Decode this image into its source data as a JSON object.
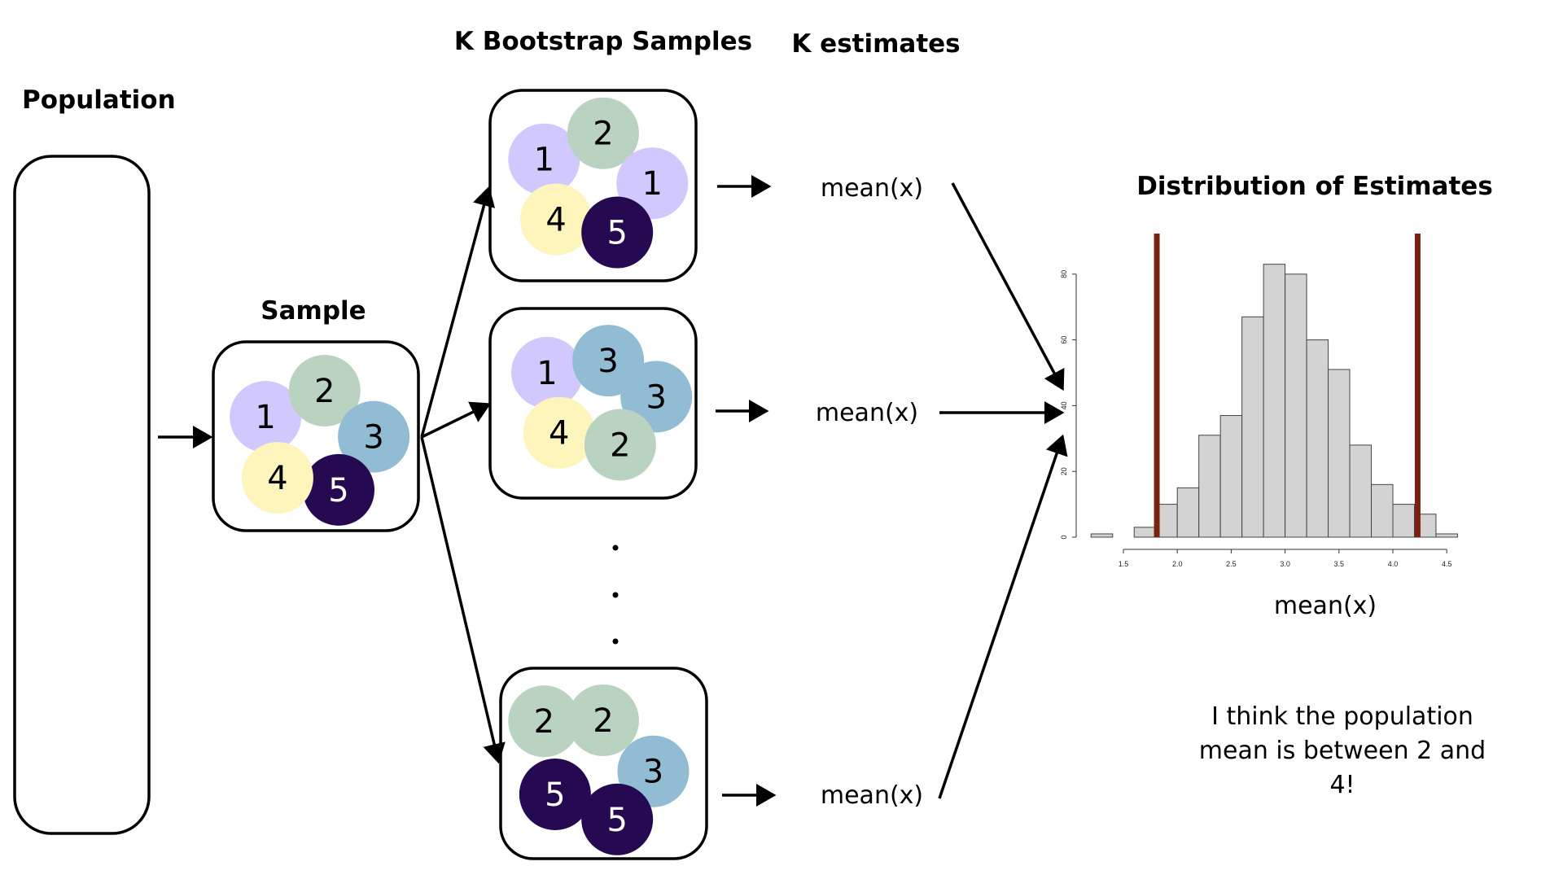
{
  "headers": {
    "population": "Population",
    "sample": "Sample",
    "bootstrap": "K Bootstrap Samples",
    "estimates": "K estimates",
    "distribution": "Distribution of Estimates"
  },
  "colors": {
    "1": "#d1c8fd",
    "2": "#b9d3c0",
    "3": "#92bbd4",
    "4": "#fdf5bb",
    "5": "#250a52",
    "ci_line": "#7a2210",
    "bar_fill": "#d3d3d3"
  },
  "sample": {
    "values": [
      "1",
      "2",
      "3",
      "5",
      "4"
    ]
  },
  "bootstrap_samples": [
    {
      "values": [
        "1",
        "2",
        "1",
        "4",
        "5"
      ]
    },
    {
      "values": [
        "1",
        "3",
        "3",
        "4",
        "2"
      ]
    },
    {
      "values": [
        "2",
        "2",
        "3",
        "5",
        "5"
      ]
    }
  ],
  "ellipsis": "• • •",
  "estimate_labels": [
    "mean(x)",
    "mean(x)",
    "mean(x)"
  ],
  "conclusion": [
    "I think the population",
    "mean is between 2 and",
    "4!"
  ],
  "chart_data": {
    "type": "bar",
    "title": "Distribution of Estimates",
    "xlabel": "mean(x)",
    "ylabel": "",
    "bin_edges": [
      1.2,
      1.4,
      1.6,
      1.8,
      2.0,
      2.2,
      2.4,
      2.6,
      2.8,
      3.0,
      3.2,
      3.4,
      3.6,
      3.8,
      4.0,
      4.2,
      4.4,
      4.6
    ],
    "values": [
      1,
      0,
      3,
      10,
      15,
      31,
      37,
      67,
      83,
      80,
      60,
      51,
      28,
      16,
      10,
      7,
      1
    ],
    "xticks": [
      "1.5",
      "2.0",
      "2.5",
      "3.0",
      "3.5",
      "4.0",
      "4.5"
    ],
    "yticks": [
      "0",
      "20",
      "40",
      "60",
      "80"
    ],
    "xlim": [
      1.5,
      4.5
    ],
    "ylim": [
      0,
      80
    ],
    "vertical_lines": [
      1.81,
      4.23
    ],
    "grid": false
  }
}
